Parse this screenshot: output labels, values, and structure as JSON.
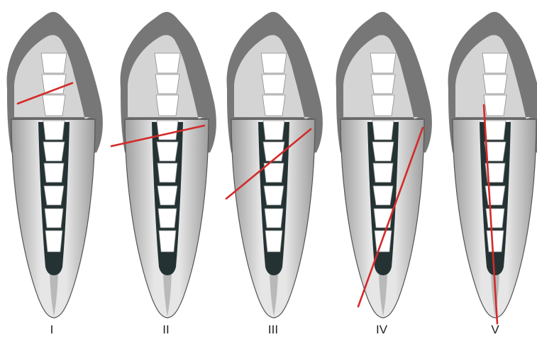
{
  "colors": {
    "crown_outer": "#777777",
    "crown_inner": "#d4d4d4",
    "root_light": "#e6e6e6",
    "root_dark": "#9e9e9e",
    "canal": "#243233",
    "post": "#ffffff",
    "fracture_line": "#d42a2a",
    "outline": "#555555"
  },
  "teeth": [
    {
      "label": "I"
    },
    {
      "label": "II"
    },
    {
      "label": "III"
    },
    {
      "label": "IV"
    },
    {
      "label": "V"
    }
  ]
}
